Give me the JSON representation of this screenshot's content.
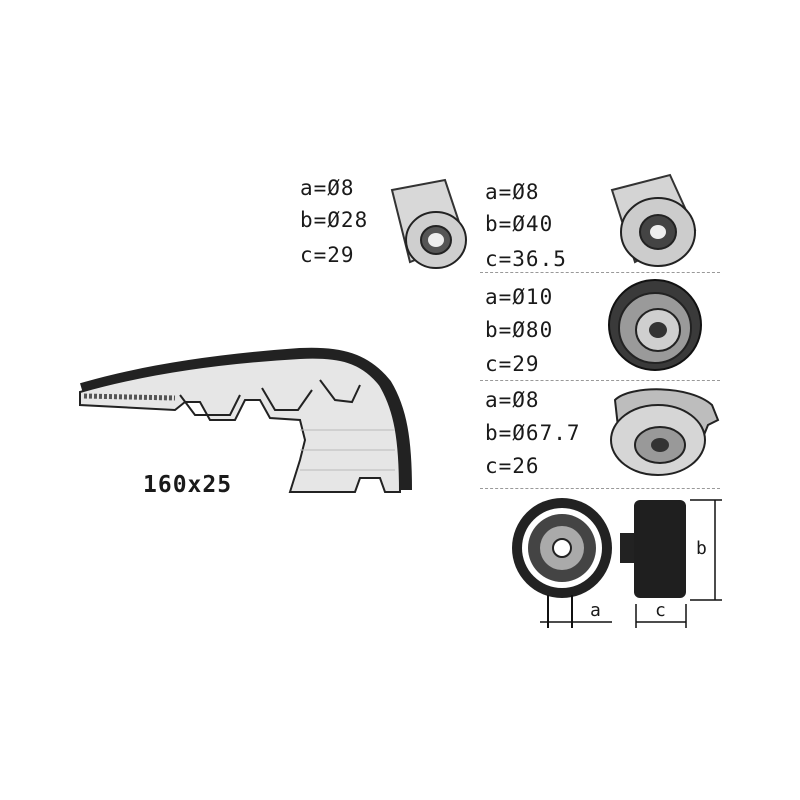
{
  "belt": {
    "size": "160x25"
  },
  "parts": [
    {
      "a": "a=Ø8",
      "b": "b=Ø28",
      "c": "c=29"
    },
    {
      "a": "a=Ø8",
      "b": "b=Ø40",
      "c": "c=36.5"
    },
    {
      "a": "a=Ø10",
      "b": "b=Ø80",
      "c": "c=29"
    },
    {
      "a": "a=Ø8",
      "b": "b=Ø67.7",
      "c": "c=26"
    }
  ],
  "legend": {
    "a": "a",
    "b": "b",
    "c": "c"
  },
  "icons": {
    "belt": "toothed-timing-belt-icon",
    "idler_small": "idler-pulley-icon",
    "idler_medium": "idler-pulley-icon",
    "idler_large": "guide-pulley-icon",
    "tensioner": "tensioner-pulley-icon",
    "dimension_front": "pulley-front-view-icon",
    "dimension_side": "pulley-side-view-icon"
  }
}
